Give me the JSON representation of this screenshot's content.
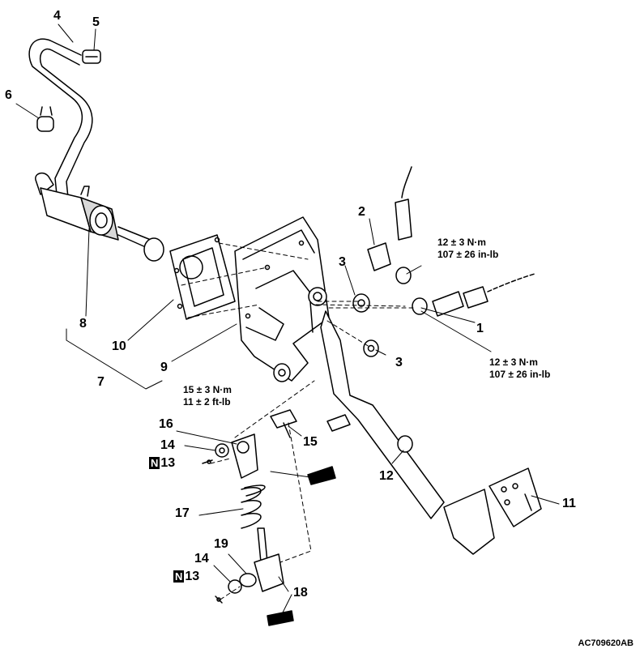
{
  "callouts": {
    "c1": "1",
    "c2": "2",
    "c3a": "3",
    "c3b": "3",
    "c4": "4",
    "c5": "5",
    "c6": "6",
    "c7": "7",
    "c8": "8",
    "c9": "9",
    "c10": "10",
    "c11": "11",
    "c12": "12",
    "c13a": "13",
    "c13b": "13",
    "c14a": "14",
    "c14b": "14",
    "c15": "15",
    "c16": "16",
    "c17": "17",
    "c18": "18",
    "c19": "19"
  },
  "new_part_marker": "N",
  "torque": {
    "t1_line1": "12 ± 3 N·m",
    "t1_line2": "107 ± 26 in-lb",
    "t2_line1": "12 ± 3 N·m",
    "t2_line2": "107 ± 26 in-lb",
    "t3_line1": "15 ± 3 N·m",
    "t3_line2": "11 ± 2 ft-lb"
  },
  "figure_code": "AC709620AB"
}
